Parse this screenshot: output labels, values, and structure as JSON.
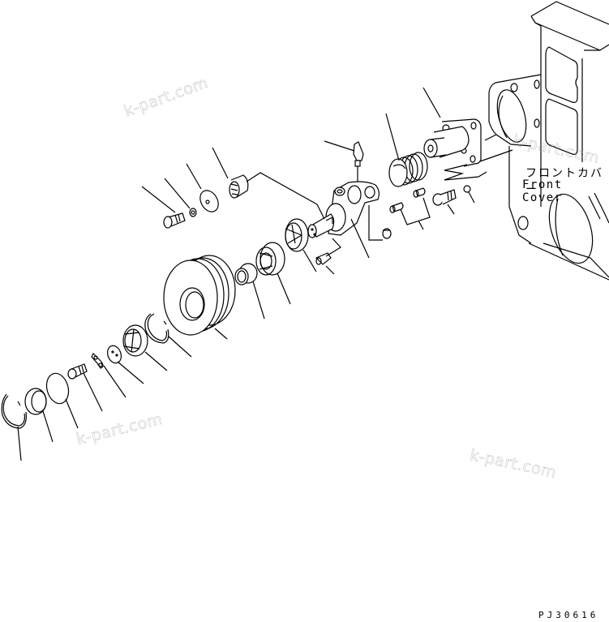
{
  "diagram": {
    "type": "exploded-parts-diagram",
    "labels": {
      "component_jp": "フロントカバー",
      "component_en": "Front Cover",
      "drawing_code": "PJ30616"
    },
    "watermarks": [
      {
        "text": "k-part.com",
        "position": "top-left"
      },
      {
        "text": "k-part.com",
        "position": "top-right"
      },
      {
        "text": "k-part.com",
        "position": "bottom-left"
      },
      {
        "text": "k-part.com",
        "position": "bottom-right"
      }
    ],
    "parts": [
      {
        "name": "snap-ring-outer"
      },
      {
        "name": "seal-cap"
      },
      {
        "name": "o-ring"
      },
      {
        "name": "bolt-small"
      },
      {
        "name": "lock-plate"
      },
      {
        "name": "washer-plate"
      },
      {
        "name": "bearing-outer"
      },
      {
        "name": "snap-ring-inner"
      },
      {
        "name": "pulley"
      },
      {
        "name": "spacer-collar"
      },
      {
        "name": "bearing-inner"
      },
      {
        "name": "oil-seal"
      },
      {
        "name": "grease-nipple"
      },
      {
        "name": "shaft-housing"
      },
      {
        "name": "bolt"
      },
      {
        "name": "washer"
      },
      {
        "name": "end-plate"
      },
      {
        "name": "needle-bearing"
      },
      {
        "name": "elbow-fitting"
      },
      {
        "name": "spring"
      },
      {
        "name": "dowel-pins"
      },
      {
        "name": "plug"
      },
      {
        "name": "bracket-flange"
      },
      {
        "name": "mounting-bolt"
      },
      {
        "name": "lock-washer"
      },
      {
        "name": "front-cover"
      }
    ]
  }
}
